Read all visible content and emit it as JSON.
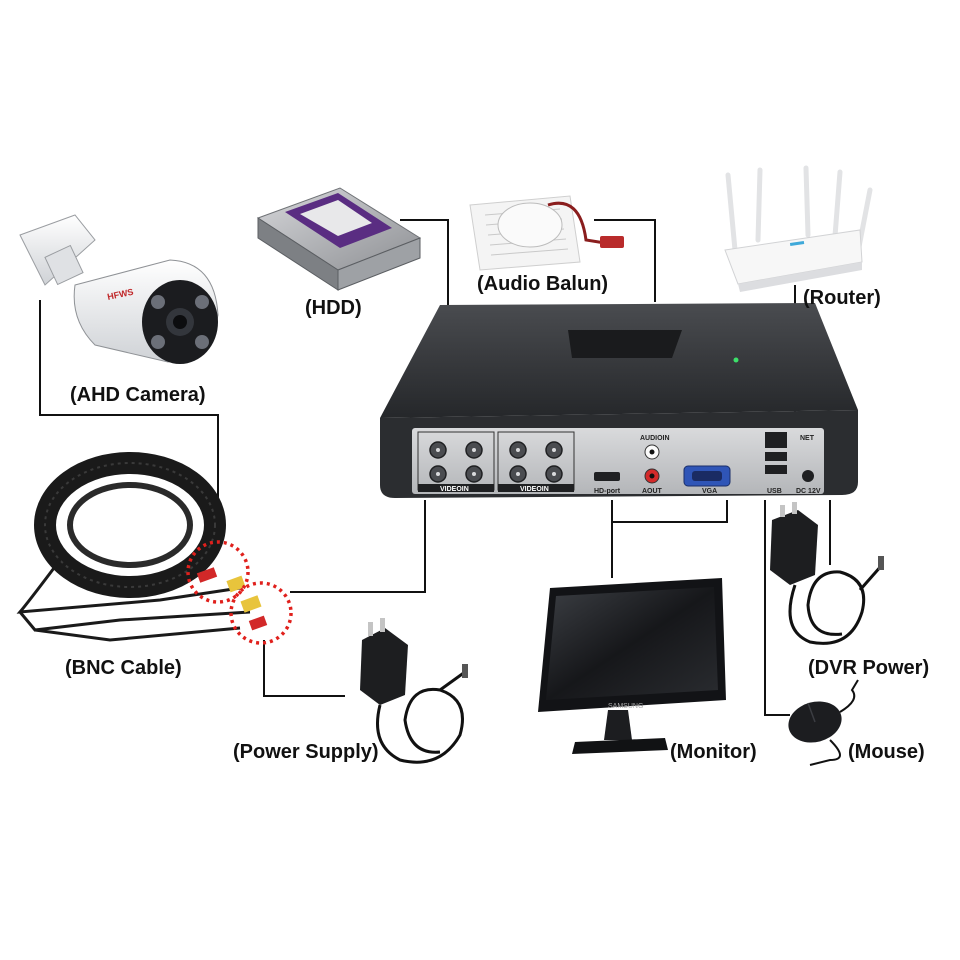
{
  "labels": {
    "ahd_camera": "(AHD Camera)",
    "hdd": "(HDD)",
    "audio_balun": "(Audio Balun)",
    "router": "(Router)",
    "bnc_cable": "(BNC Cable)",
    "power_supply": "(Power Supply)",
    "monitor": "(Monitor)",
    "dvr_power": "(DVR Power)",
    "mouse": "(Mouse)"
  },
  "dvr_panel": {
    "video_in_1": "VIDEOIN",
    "video_in_2": "VIDEOIN",
    "audio_in": "AUDIOIN",
    "audio_out": "AOUT",
    "hd_port": "HD-port",
    "vga": "VGA",
    "net": "NET",
    "usb": "USB",
    "dc": "DC 12V"
  },
  "product_marks": {
    "camera_brand": "HFWS",
    "monitor_brand": "SAMSUNG"
  },
  "colors": {
    "wire": "#111111",
    "highlight_circle": "#e0201c",
    "dvr_body": "#2b2d30",
    "dvr_panel": "#c8c9cb"
  }
}
